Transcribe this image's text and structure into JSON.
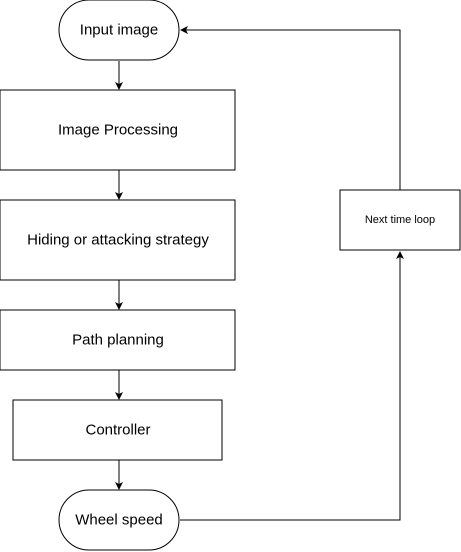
{
  "diagram": {
    "nodes": [
      {
        "id": "input",
        "label": "Input image",
        "shape": "terminal"
      },
      {
        "id": "processing",
        "label": "Image Processing",
        "shape": "process"
      },
      {
        "id": "strategy",
        "label": "Hiding or attacking strategy",
        "shape": "process"
      },
      {
        "id": "planning",
        "label": "Path planning",
        "shape": "process"
      },
      {
        "id": "controller",
        "label": "Controller",
        "shape": "process"
      },
      {
        "id": "wheel",
        "label": "Wheel speed",
        "shape": "terminal"
      },
      {
        "id": "loop",
        "label": "Next time loop",
        "shape": "process"
      }
    ],
    "edges": [
      {
        "from": "input",
        "to": "processing"
      },
      {
        "from": "processing",
        "to": "strategy"
      },
      {
        "from": "strategy",
        "to": "planning"
      },
      {
        "from": "planning",
        "to": "controller"
      },
      {
        "from": "controller",
        "to": "wheel"
      },
      {
        "from": "wheel",
        "to": "loop"
      },
      {
        "from": "loop",
        "to": "input"
      }
    ],
    "colors": {
      "stroke": "#000000",
      "fill": "#ffffff",
      "text": "#000000"
    }
  }
}
